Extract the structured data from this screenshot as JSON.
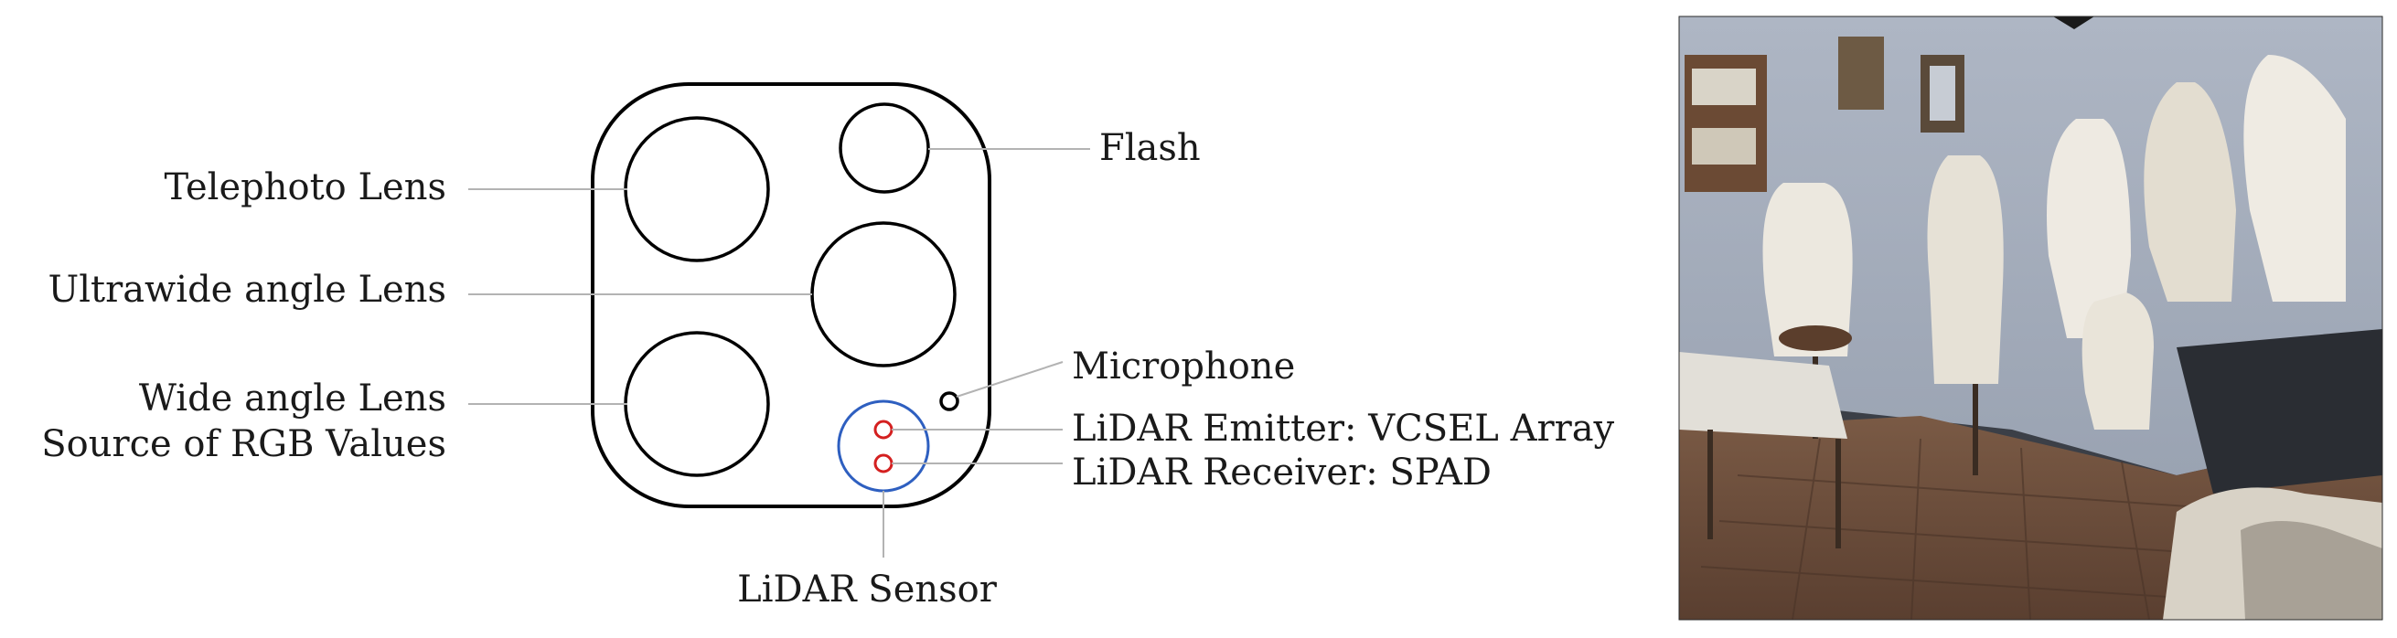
{
  "labels": {
    "telephoto": "Telephoto Lens",
    "ultrawide": "Ultrawide angle Lens",
    "wide_line1": "Wide angle Lens",
    "wide_line2": "Source of RGB Values",
    "flash": "Flash",
    "microphone": "Microphone",
    "lidar_emitter": "LiDAR Emitter: VCSEL Array",
    "lidar_receiver": "LiDAR Receiver: SPAD",
    "lidar_sensor": "LiDAR Sensor"
  },
  "colors": {
    "lidar_ring": "#2e5fc0",
    "lidar_dots": "#d42020",
    "leader_lines": "#b3b3b3"
  }
}
